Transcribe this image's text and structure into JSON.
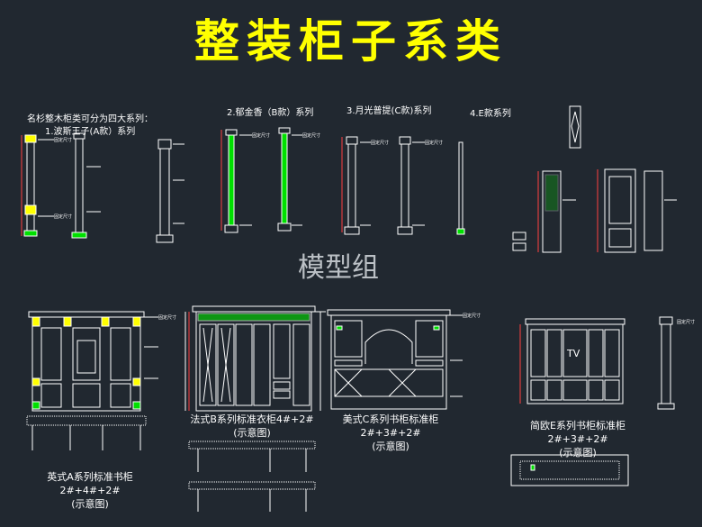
{
  "title": "整装柜子系类",
  "intro": "名杉整木柜类可分为四大系列：",
  "series": {
    "a": "1.波斯王子(A款）系列",
    "b": "2.郁金香（B款）系列",
    "c": "3.月光普提(C款)系列",
    "e": "4.E款系列"
  },
  "watermark": "模型组",
  "captions": {
    "cab_a_line1": "英式A系列标准书柜2#+4#+2#",
    "cab_a_line2": "(示意图)",
    "cab_b_line1": "法式B系列标准衣柜4#+2#",
    "cab_b_line2": "(示意图)",
    "cab_c_line1": "美式C系列书柜标准柜2#+3#+2#",
    "cab_c_line2": "(示意图)",
    "cab_e_line1": "简欧E系列书柜标准柜2#+3#+2#",
    "cab_e_line2": "(示意图)"
  },
  "dim_label": "固定尺寸",
  "tv_label": "TV",
  "colors": {
    "background": "#212830",
    "title": "#ffff00",
    "accent_green": "#00e000",
    "accent_yellow": "#ffff00",
    "line": "#ffffff",
    "dim_red": "#ff4040"
  }
}
